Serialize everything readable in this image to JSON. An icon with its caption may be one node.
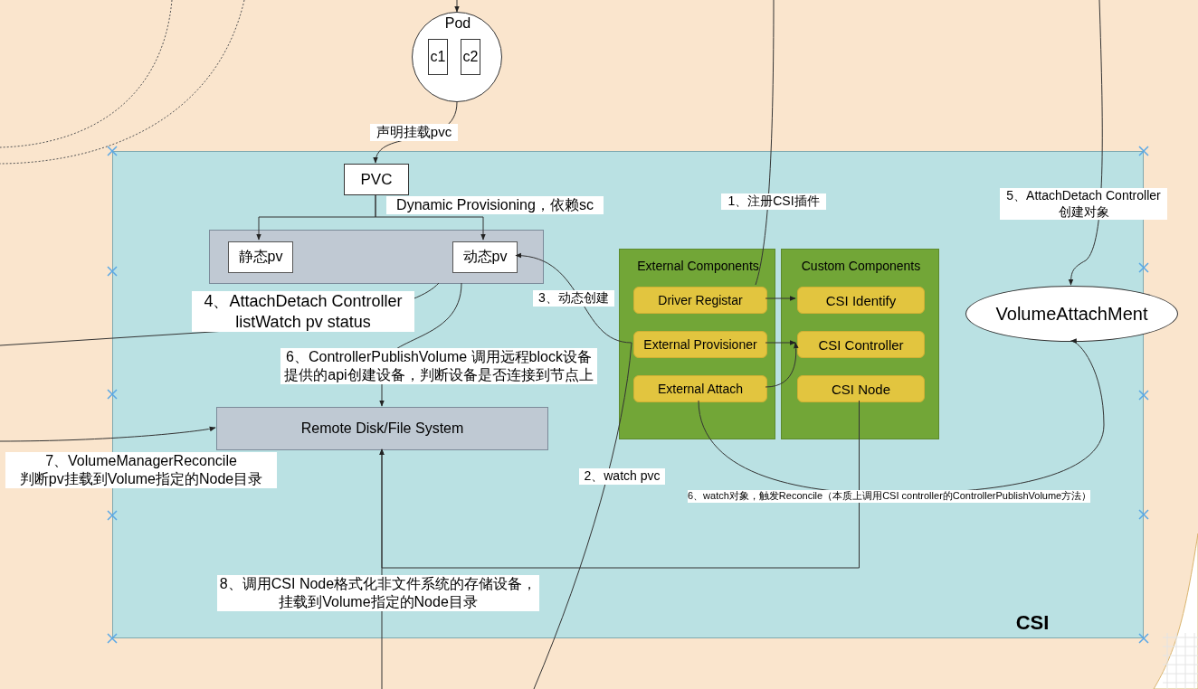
{
  "diagram": {
    "nodes": [
      {
        "text": [
          "CSI"
        ]
      },
      {
        "text": [
          "Pod"
        ]
      },
      {
        "text": [
          "c1"
        ],
        "in": 1
      },
      {
        "text": [
          "c2"
        ],
        "in": 1
      },
      {
        "text": [
          "PVC"
        ],
        "in": 0
      },
      {
        "text": [],
        "shape": "box",
        "in": 0
      },
      {
        "text": [
          "静态pv"
        ],
        "in": 5
      },
      {
        "text": [
          "动态pv"
        ],
        "in": 5
      },
      {
        "text": [
          "Remote Disk/File System"
        ],
        "in": 0
      },
      {
        "text": [
          "External Components"
        ],
        "in": 0
      },
      {
        "text": [
          "Driver Registar"
        ],
        "in": 9
      },
      {
        "text": [
          "External Provisioner"
        ],
        "in": 9
      },
      {
        "text": [
          "External Attach"
        ],
        "in": 9
      },
      {
        "text": [
          "Custom Components"
        ],
        "in": 0
      },
      {
        "text": [
          "CSI Identify"
        ],
        "in": 13
      },
      {
        "text": [
          "CSI Controller"
        ],
        "in": 13
      },
      {
        "text": [
          "CSI Node"
        ],
        "in": 13
      },
      {
        "text": [
          "VolumeAttachMent"
        ],
        "in": 0
      }
    ],
    "edges": [
      {
        "from": null,
        "to": 1,
        "arrow": "to"
      },
      {
        "from": 1,
        "to": 4,
        "arrow": "to",
        "label": "声明挂载pvc"
      },
      {
        "from": 4,
        "to": 6,
        "arrow": "to"
      },
      {
        "from": 4,
        "to": 7,
        "arrow": "to",
        "label": "Dynamic Provisioning，依赖sc"
      },
      {
        "from": 11,
        "to": 7,
        "arrow": "to",
        "label": "3、动态创建"
      },
      {
        "from": 10,
        "to": 14,
        "arrow": "to"
      },
      {
        "from": 11,
        "to": 15,
        "arrow": "to"
      },
      {
        "from": 12,
        "to": 15,
        "arrow": "to"
      },
      {
        "from": null,
        "to": 10,
        "arrow": "none",
        "label": "1、注册CSI插件"
      },
      {
        "from": null,
        "to": 17,
        "arrow": "to",
        "label": "5、AttachDetach Controller 创建对象"
      },
      {
        "from": 12,
        "to": 17,
        "arrow": "to",
        "label": "6、watch对象，触发Reconcile（本质上调用CSI controller的ControllerPublishVolume方法）"
      },
      {
        "from": 5,
        "to": 8,
        "arrow": "to",
        "label": "6、ControllerPublishVolume 调用远程block设备提供的api创建设备，判断设备是否连接到节点上"
      },
      {
        "from": 5,
        "to": null,
        "arrow": "none",
        "label": "4、AttachDetach Controller listWatch pv status"
      },
      {
        "from": null,
        "to": 8,
        "arrow": "to",
        "label": "7、VolumeManagerReconcile 判断pv挂载到Volume指定的Node目录"
      },
      {
        "from": 16,
        "to": 8,
        "arrow": "to"
      },
      {
        "from": null,
        "to": 8,
        "arrow": "to",
        "label": "8、调用CSI Node格式化非文件系统的存储设备，挂载到Volume指定的Node目录"
      },
      {
        "from": null,
        "to": 11,
        "arrow": "none",
        "label": "2、watch pvc"
      }
    ]
  }
}
